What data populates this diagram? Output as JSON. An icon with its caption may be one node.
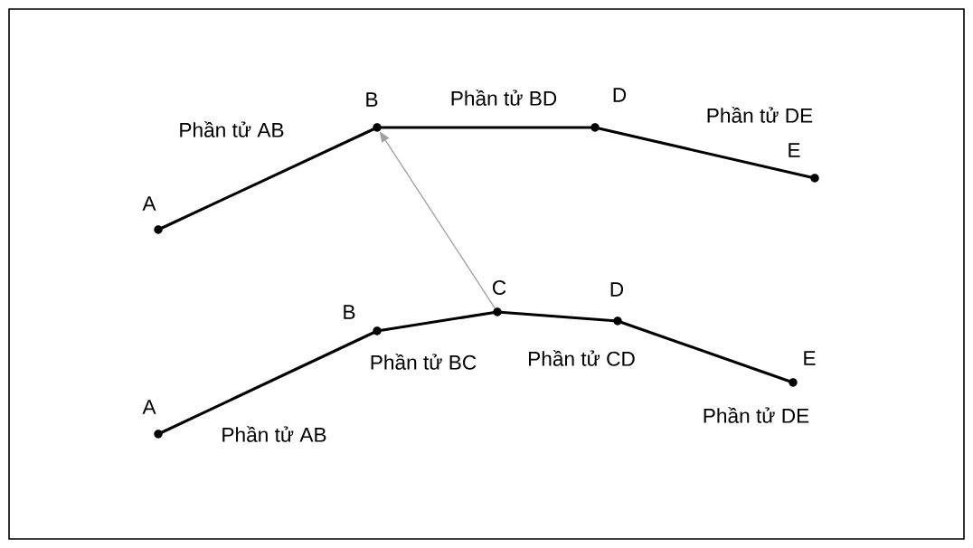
{
  "diagram": {
    "nodes": [
      {
        "text": [
          "A"
        ]
      },
      {
        "text": [
          "B"
        ]
      },
      {
        "text": [
          "D"
        ]
      },
      {
        "text": [
          "E"
        ]
      },
      {
        "text": [
          "A"
        ]
      },
      {
        "text": [
          "B"
        ]
      },
      {
        "text": [
          "C"
        ]
      },
      {
        "text": [
          "D"
        ]
      },
      {
        "text": [
          "E"
        ]
      }
    ],
    "edges": [
      {
        "from": 0,
        "to": 1,
        "arrow": "none",
        "label": "Phần tử AB"
      },
      {
        "from": 1,
        "to": 2,
        "arrow": "none",
        "label": "Phần tử BD"
      },
      {
        "from": 2,
        "to": 3,
        "arrow": "none",
        "label": "Phần tử DE"
      },
      {
        "from": 4,
        "to": 5,
        "arrow": "none",
        "label": "Phần tử AB"
      },
      {
        "from": 5,
        "to": 6,
        "arrow": "none",
        "label": "Phần tử BC"
      },
      {
        "from": 6,
        "to": 7,
        "arrow": "none",
        "label": "Phần tử CD"
      },
      {
        "from": 7,
        "to": 8,
        "arrow": "none",
        "label": "Phần tử DE"
      },
      {
        "from": 6,
        "to": 1,
        "arrow": "to",
        "color": "#a0a0a0"
      }
    ]
  }
}
